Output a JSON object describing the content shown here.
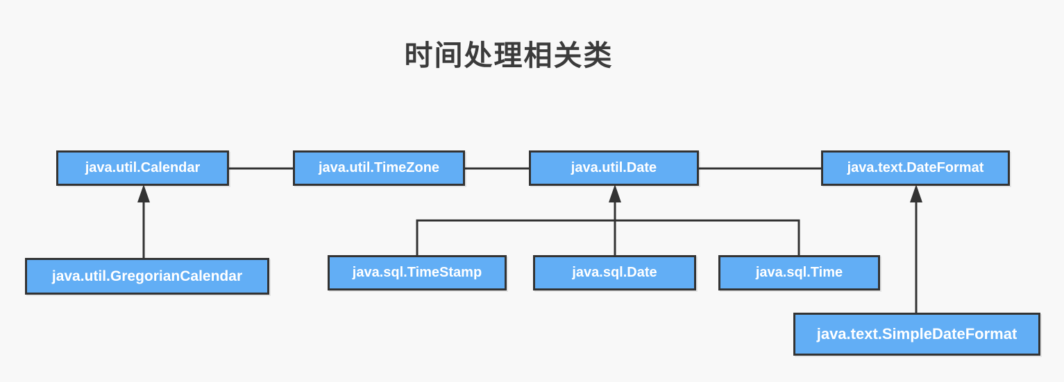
{
  "title": "时间处理相关类",
  "colors": {
    "background": "#f8f8f8",
    "node_fill": "#62aef5",
    "node_border": "#333333",
    "node_text": "#ffffff",
    "connector": "#333333",
    "title_text": "#3b3b3b"
  },
  "nodes": {
    "util_calendar": {
      "label": "java.util.Calendar"
    },
    "util_timezone": {
      "label": "java.util.TimeZone"
    },
    "util_date": {
      "label": "java.util.Date"
    },
    "text_dateformat": {
      "label": "java.text.DateFormat"
    },
    "util_gregoriancalendar": {
      "label": "java.util.GregorianCalendar"
    },
    "sql_timestamp": {
      "label": "java.sql.TimeStamp"
    },
    "sql_date": {
      "label": "java.sql.Date"
    },
    "sql_time": {
      "label": "java.sql.Time"
    },
    "text_simpledateformat": {
      "label": "java.text.SimpleDateFormat"
    }
  },
  "edges": [
    {
      "from": "java.util.Calendar",
      "to": "java.util.TimeZone",
      "type": "line"
    },
    {
      "from": "java.util.TimeZone",
      "to": "java.util.Date",
      "type": "line"
    },
    {
      "from": "java.util.Date",
      "to": "java.text.DateFormat",
      "type": "line"
    },
    {
      "from": "java.util.GregorianCalendar",
      "to": "java.util.Calendar",
      "type": "arrow-up"
    },
    {
      "from": "java.sql.TimeStamp",
      "to": "java.util.Date",
      "type": "arrow-up"
    },
    {
      "from": "java.sql.Date",
      "to": "java.util.Date",
      "type": "arrow-up"
    },
    {
      "from": "java.sql.Time",
      "to": "java.util.Date",
      "type": "arrow-up"
    },
    {
      "from": "java.text.SimpleDateFormat",
      "to": "java.text.DateFormat",
      "type": "arrow-up"
    }
  ]
}
